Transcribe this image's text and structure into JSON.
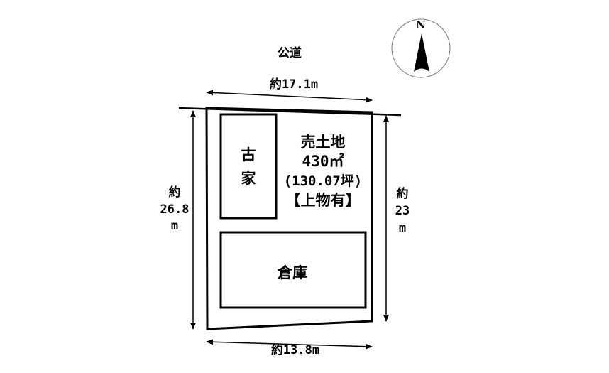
{
  "road_label": "公道",
  "compass": {
    "north_label": "N",
    "icon": "north-arrow-icon"
  },
  "dimensions": {
    "top": "約17.1m",
    "bottom": "約13.8m",
    "left": [
      "約",
      "26.8",
      "m"
    ],
    "right": [
      "約",
      "23",
      "m"
    ]
  },
  "buildings": {
    "old_house": [
      "古",
      "家"
    ],
    "warehouse": "倉庫"
  },
  "listing": {
    "title": "売土地",
    "area_sqm": "430㎡",
    "area_tsubo": "(130.07坪)",
    "note": "【上物有】"
  }
}
